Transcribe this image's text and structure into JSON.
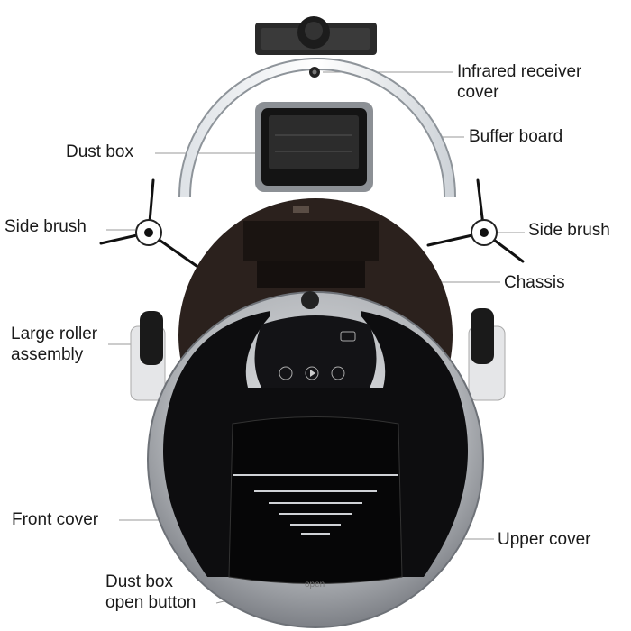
{
  "labels": {
    "infrared_receiver_cover": [
      "Infrared receiver",
      "cover"
    ],
    "buffer_board": "Buffer board",
    "dust_box": "Dust box",
    "side_brush_left": "Side brush",
    "side_brush_right": "Side brush",
    "chassis": "Chassis",
    "large_roller_assembly": [
      "Large roller",
      "assembly"
    ],
    "front_cover": "Front cover",
    "upper_cover": "Upper cover",
    "dust_box_open_button": [
      "Dust box",
      "open button"
    ]
  },
  "device": {
    "open_text": "open"
  },
  "colors": {
    "body_silver": "#b9bcc0",
    "body_black": "#0d0d0f",
    "chassis_brown": "#2b211d",
    "leader_line": "#9a9a9a"
  }
}
